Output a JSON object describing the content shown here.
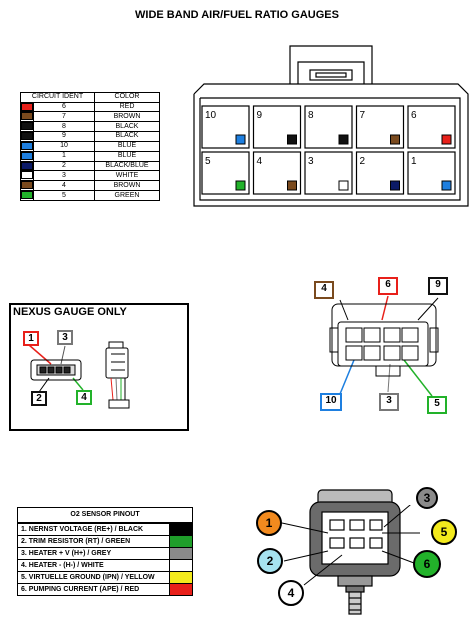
{
  "title": "WIDE BAND AIR/FUEL RATIO GAUGES",
  "legend": {
    "headers": [
      "CIRCUIT IDENT",
      "COLOR"
    ],
    "rows": [
      {
        "num": "6",
        "color_name": "RED",
        "swatch": "#e8201a"
      },
      {
        "num": "7",
        "color_name": "BROWN",
        "swatch": "#7a4a1e"
      },
      {
        "num": "8",
        "color_name": "BLACK",
        "swatch": "#111111"
      },
      {
        "num": "9",
        "color_name": "BLACK",
        "swatch": "#111111"
      },
      {
        "num": "10",
        "color_name": "BLUE",
        "swatch": "#1e7fe0"
      },
      {
        "num": "1",
        "color_name": "BLUE",
        "swatch": "#1e7fe0"
      },
      {
        "num": "2",
        "color_name": "BLACK/BLUE",
        "swatch": "#0b1a66"
      },
      {
        "num": "3",
        "color_name": "WHITE",
        "swatch": "#ffffff"
      },
      {
        "num": "4",
        "color_name": "BROWN",
        "swatch": "#7a4a1e"
      },
      {
        "num": "5",
        "color_name": "GREEN",
        "swatch": "#22b22a"
      }
    ]
  },
  "connector": {
    "top_row": [
      {
        "label": "10",
        "swatch": "#1e7fe0"
      },
      {
        "label": "9",
        "swatch": "#111111"
      },
      {
        "label": "8",
        "swatch": "#111111"
      },
      {
        "label": "7",
        "swatch": "#7a4a1e"
      },
      {
        "label": "6",
        "swatch": "#e8201a"
      }
    ],
    "bottom_row": [
      {
        "label": "5",
        "swatch": "#22b22a"
      },
      {
        "label": "4",
        "swatch": "#7a4a1e"
      },
      {
        "label": "3",
        "swatch": "#ffffff"
      },
      {
        "label": "2",
        "swatch": "#0b1a66"
      },
      {
        "label": "1",
        "swatch": "#1e7fe0"
      }
    ]
  },
  "plug_tags": {
    "t4": {
      "label": "4",
      "color": "#7a4a1e"
    },
    "t6": {
      "label": "6",
      "color": "#e8201a"
    },
    "t9": {
      "label": "9",
      "color": "#111111"
    },
    "t10": {
      "label": "10",
      "color": "#1e7fe0"
    },
    "t3": {
      "label": "3",
      "color": "#777777"
    },
    "t5": {
      "label": "5",
      "color": "#22b22a"
    }
  },
  "nexus": {
    "title": "NEXUS GAUGE ONLY",
    "tags": {
      "t1": {
        "label": "1",
        "color": "#e8201a"
      },
      "t3": {
        "label": "3",
        "color": "#777777"
      },
      "t2": {
        "label": "2",
        "color": "#111111"
      },
      "t4": {
        "label": "4",
        "color": "#22b22a"
      }
    }
  },
  "o2": {
    "title": "O2 SENSOR PINOUT",
    "rows": [
      {
        "text": "1. NERNST VOLTAGE    (RE+)  / BLACK",
        "swatch": "#000000"
      },
      {
        "text": "2. TRIM RESISTOR      (RT)   / GREEN",
        "swatch": "#1f9e2a"
      },
      {
        "text": "3. HEATER + V           (H+)   / GREY",
        "swatch": "#8a8a8a"
      },
      {
        "text": "4. HEATER -               (H-)   / WHITE",
        "swatch": "#ffffff"
      },
      {
        "text": "5. VIRTUELLE GROUND  (IPN) / YELLOW",
        "swatch": "#f3ea1d"
      },
      {
        "text": "6. PUMPING CURRENT  (APE) / RED",
        "swatch": "#e8201a"
      }
    ]
  },
  "sensor_pins": {
    "p1": {
      "label": "1",
      "color": "#f28a1e"
    },
    "p2": {
      "label": "2",
      "color": "#a6e3f0"
    },
    "p3": {
      "label": "3",
      "color": "#8a8a8a"
    },
    "p4": {
      "label": "4",
      "color": "#ffffff"
    },
    "p5": {
      "label": "5",
      "color": "#f3ea1d"
    },
    "p6": {
      "label": "6",
      "color": "#22b22a"
    }
  }
}
